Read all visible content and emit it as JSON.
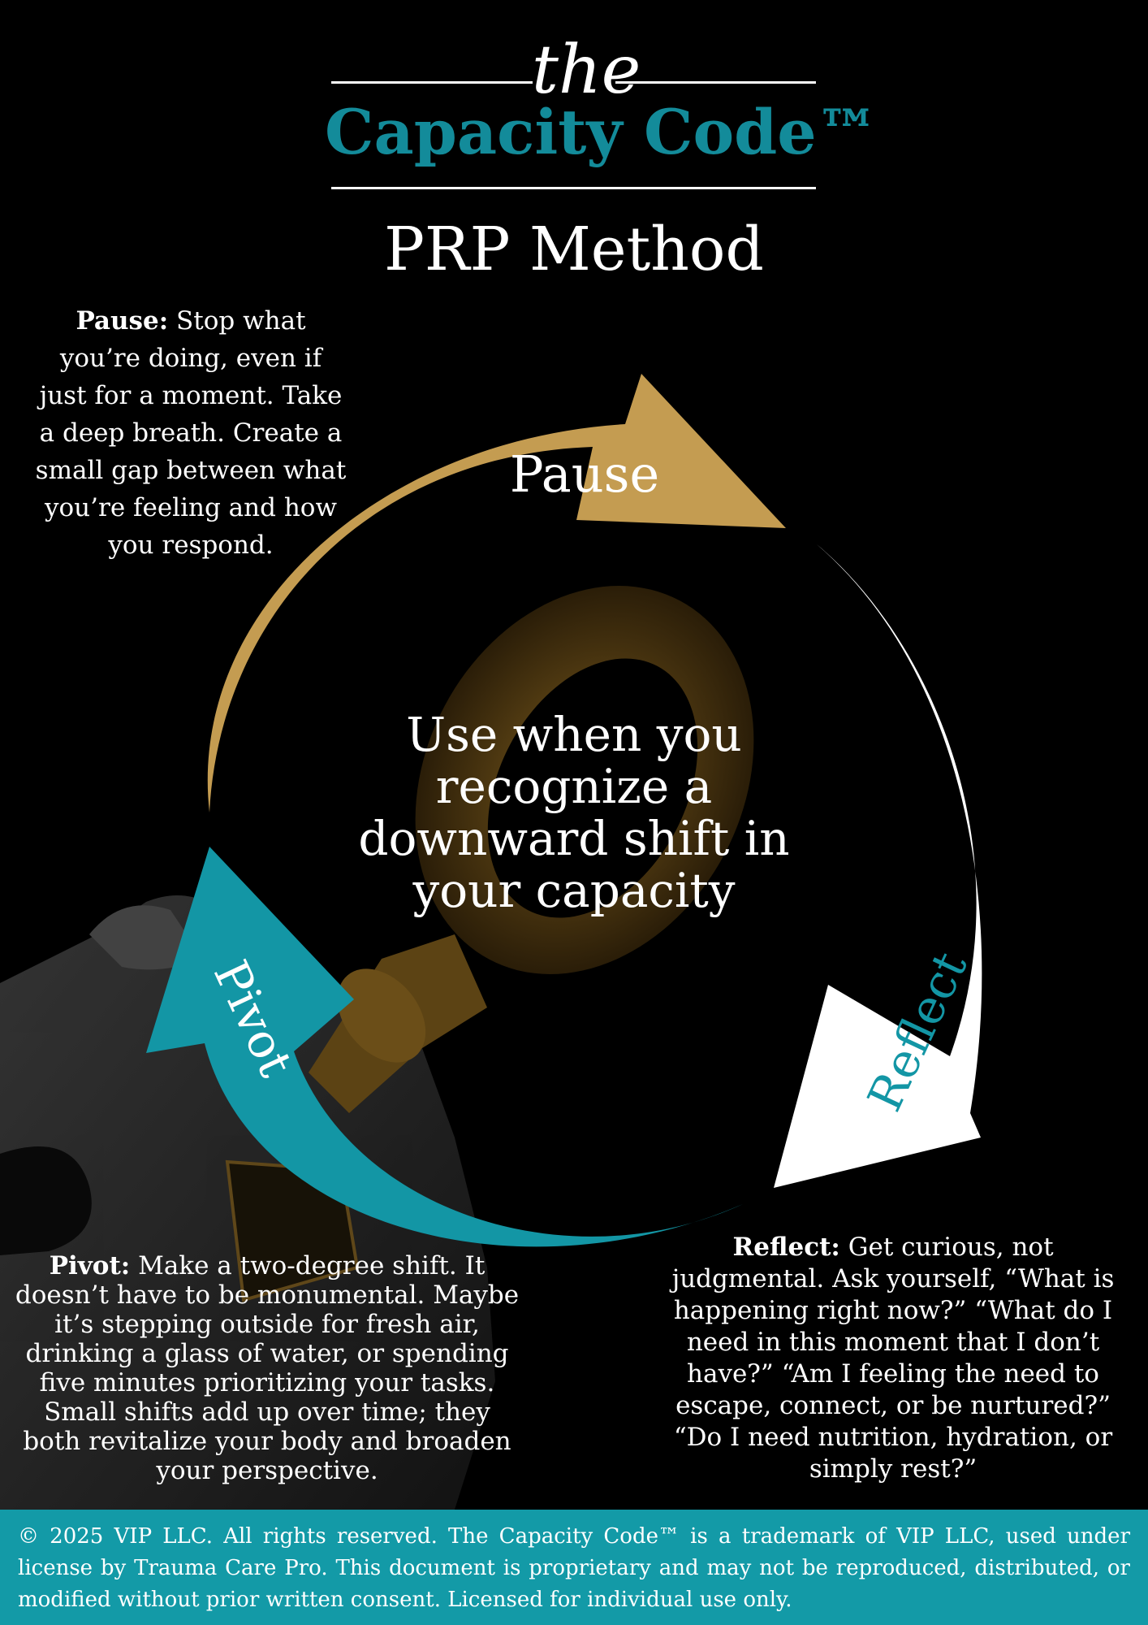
{
  "header": {
    "the": "the",
    "brand": "Capacity Code™",
    "method_title": "PRP Method"
  },
  "diagram": {
    "arrows": [
      {
        "label": "Pause",
        "color": "#c49c51"
      },
      {
        "label": "Reflect",
        "color": "#ffffff"
      },
      {
        "label": "Pivot",
        "color": "#1396a5"
      }
    ],
    "center_text": "Use when you recognize a downward shift in your capacity"
  },
  "steps": {
    "pause": {
      "term": "Pause:",
      "text": " Stop what you’re doing, even if just for a moment. Take a deep breath. Create a small gap between what you’re feeling and how you respond."
    },
    "reflect": {
      "term": "Reflect:",
      "text": " Get curious, not judgmental. Ask yourself, “What is happening right now?” “What do I need in this moment that I don’t have?” “Am I feeling the need to escape, connect, or be nurtured?” “Do I need nutrition, hydration, or simply rest?”"
    },
    "pivot": {
      "term": "Pivot:",
      "text": " Make a two-degree shift. It doesn’t have to be monumental. Maybe it’s stepping outside for fresh air, drinking a glass of water, or spending five minutes prioritizing your tasks. Small shifts add up over time; they both revitalize your body and broaden your perspective."
    }
  },
  "footer": {
    "text": "© 2025 VIP LLC. All rights reserved. The Capacity Code™ is a trademark of VIP LLC, used under license by Trauma Care Pro. This document is proprietary and may not be reproduced, distributed, or modified without prior written consent. Licensed for individual use only.",
    "background": "#139aa7"
  },
  "colors": {
    "brand_teal": "#138b9a",
    "background": "#000000"
  }
}
